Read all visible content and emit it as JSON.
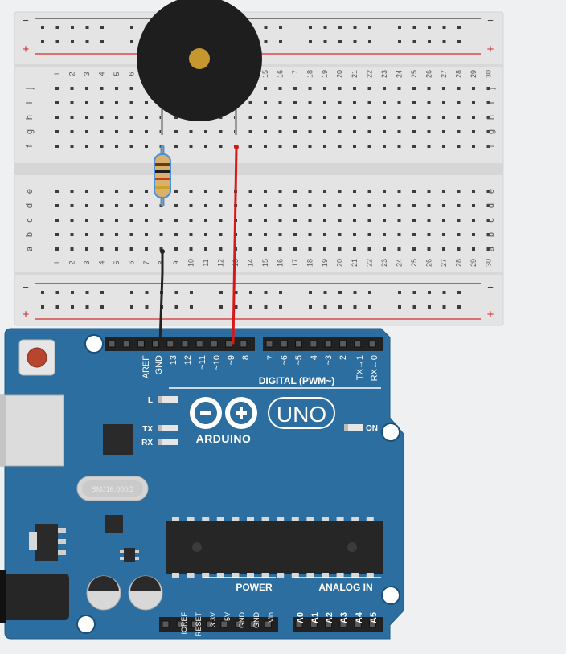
{
  "colors": {
    "background": "#eef0f1",
    "breadboard": "#e3e3e3",
    "rail_minus_line": "#3a3a3a",
    "rail_plus_line": "#d42a2a",
    "board_blue": "#2c6e9f",
    "wire_black": "#222222",
    "wire_red": "#d81818",
    "buzzer_body": "#1e1e1e",
    "buzzer_center": "#c7972f",
    "resistor_body": "#d9b06c",
    "resistor_outline": "#4a90d9"
  },
  "breadboard": {
    "rail_minus_symbol": "−",
    "rail_plus_symbol": "+",
    "top_rows": [
      "j",
      "i",
      "h",
      "g",
      "f"
    ],
    "bottom_rows": [
      "e",
      "d",
      "c",
      "b",
      "a"
    ],
    "columns": [
      "1",
      "2",
      "3",
      "4",
      "5",
      "6",
      "7",
      "8",
      "9",
      "10",
      "11",
      "12",
      "13",
      "14",
      "15",
      "16",
      "17",
      "18",
      "19",
      "20",
      "21",
      "22",
      "23",
      "24",
      "25",
      "26",
      "27",
      "28",
      "29",
      "30"
    ]
  },
  "buzzer": {
    "icon": "piezo-buzzer-icon"
  },
  "resistor": {
    "icon": "resistor-icon"
  },
  "arduino": {
    "logo_text": "ARDUINO",
    "model": "UNO",
    "digital_header_label": "DIGITAL (PWM~)",
    "digital_pins": [
      "AREF",
      "GND",
      "13",
      "12",
      "~11",
      "~10",
      "~9",
      "8",
      "7",
      "~6",
      "~5",
      "4",
      "~3",
      "2",
      "TX→1",
      "RX←0"
    ],
    "led_labels": {
      "l": "L",
      "tx": "TX",
      "rx": "RX",
      "on": "ON"
    },
    "power_header_label": "POWER",
    "power_pins": [
      "IOREF",
      "RESET",
      "3.3V",
      "5V",
      "GND",
      "GND",
      "Vin"
    ],
    "analog_header_label": "ANALOG IN",
    "analog_pins": [
      "A0",
      "A1",
      "A2",
      "A3",
      "A4",
      "A5"
    ],
    "crystal_marking": "SMJ16.000G"
  }
}
